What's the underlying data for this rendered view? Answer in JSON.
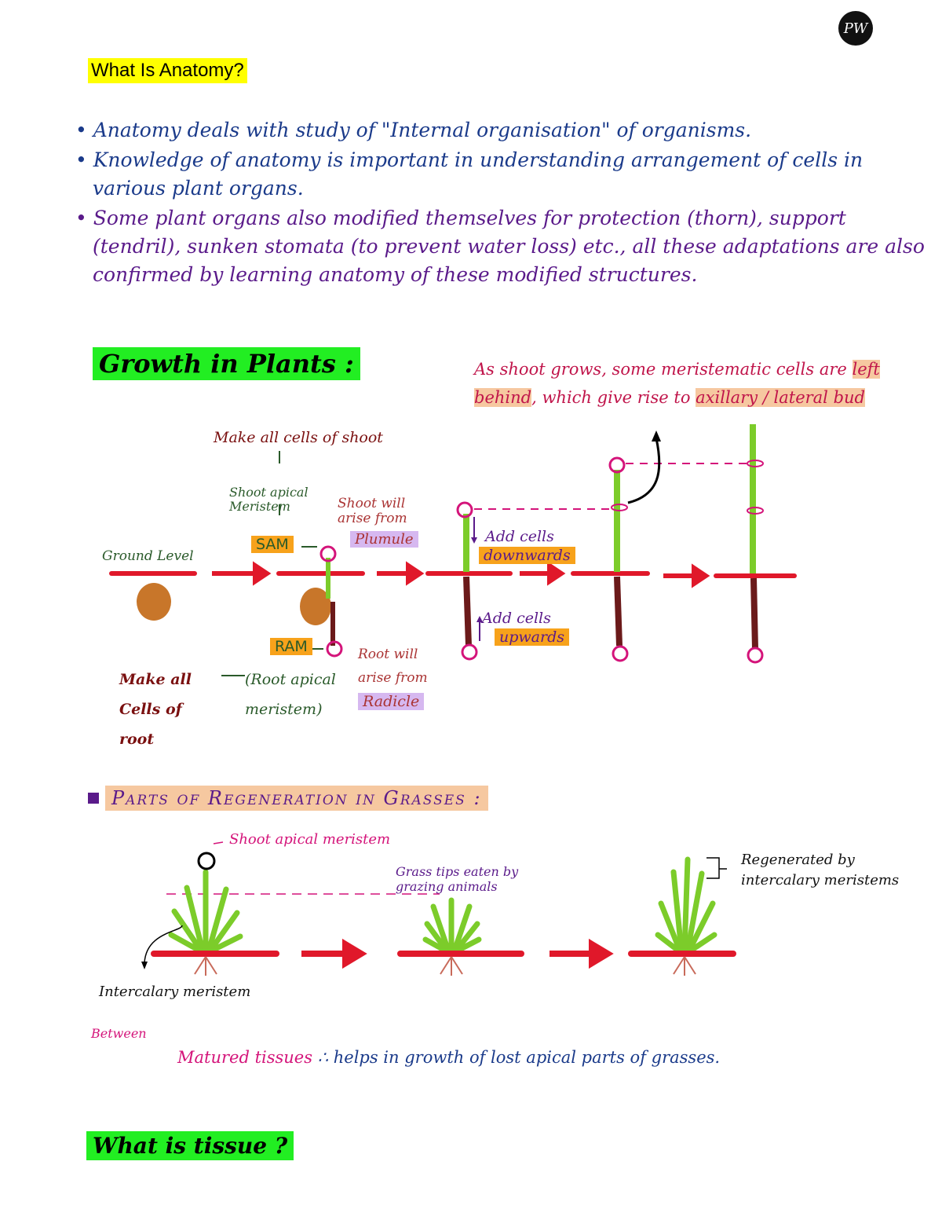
{
  "logo": {
    "text": "PW"
  },
  "anatomy": {
    "heading": "What Is Anatomy?",
    "bullets": [
      "Anatomy deals with study of \"Internal organisation\" of organisms.",
      "Knowledge of anatomy is important in understanding arrangement of cells in various plant organs.",
      "Some plant organs also modified themselves for protection (thorn), support (tendril), sunken stomata (to prevent water loss) etc., all these adaptations are also confirmed by learning anatomy of these modified structures."
    ]
  },
  "growth": {
    "heading": "Growth in Plants :",
    "note_part1": "As shoot grows, some meristematic cells are",
    "note_hl1": "left behind",
    "note_part2": ", which give rise to",
    "note_hl2": "axillary / lateral bud",
    "make_shoot": "Make all cells of shoot",
    "sam_full": "Shoot apical Meristem",
    "sam": "SAM",
    "shoot_arise": "Shoot will arise from",
    "plumule": "Plumule",
    "ground_level": "Ground Level",
    "add_down": "Add cells",
    "downwards": "downwards",
    "add_up": "Add cells",
    "upwards": "upwards",
    "ram": "RAM",
    "root_arise": "Root will arise from",
    "radicle": "Radicle",
    "make_root": "Make all Cells of root",
    "ram_full": "(Root apical meristem)"
  },
  "grasses": {
    "heading": "Parts of Regeneration in Grasses :",
    "sam_label": "Shoot apical meristem",
    "eaten": "Grass tips eaten by grazing animals",
    "regenerated": "Regenerated by intercalary meristems",
    "intercalary": "Intercalary meristem",
    "between": "Between",
    "matured": "Matured tissues",
    "helps": "∴ helps in growth of lost apical parts of grasses."
  },
  "tissue": {
    "heading": "What is tissue ?"
  },
  "colors": {
    "ground": "#e0182a",
    "stem": "#7ccc2a",
    "root": "#6b1a1a",
    "meristem": "#d4147a",
    "seed": "#c8762a"
  }
}
